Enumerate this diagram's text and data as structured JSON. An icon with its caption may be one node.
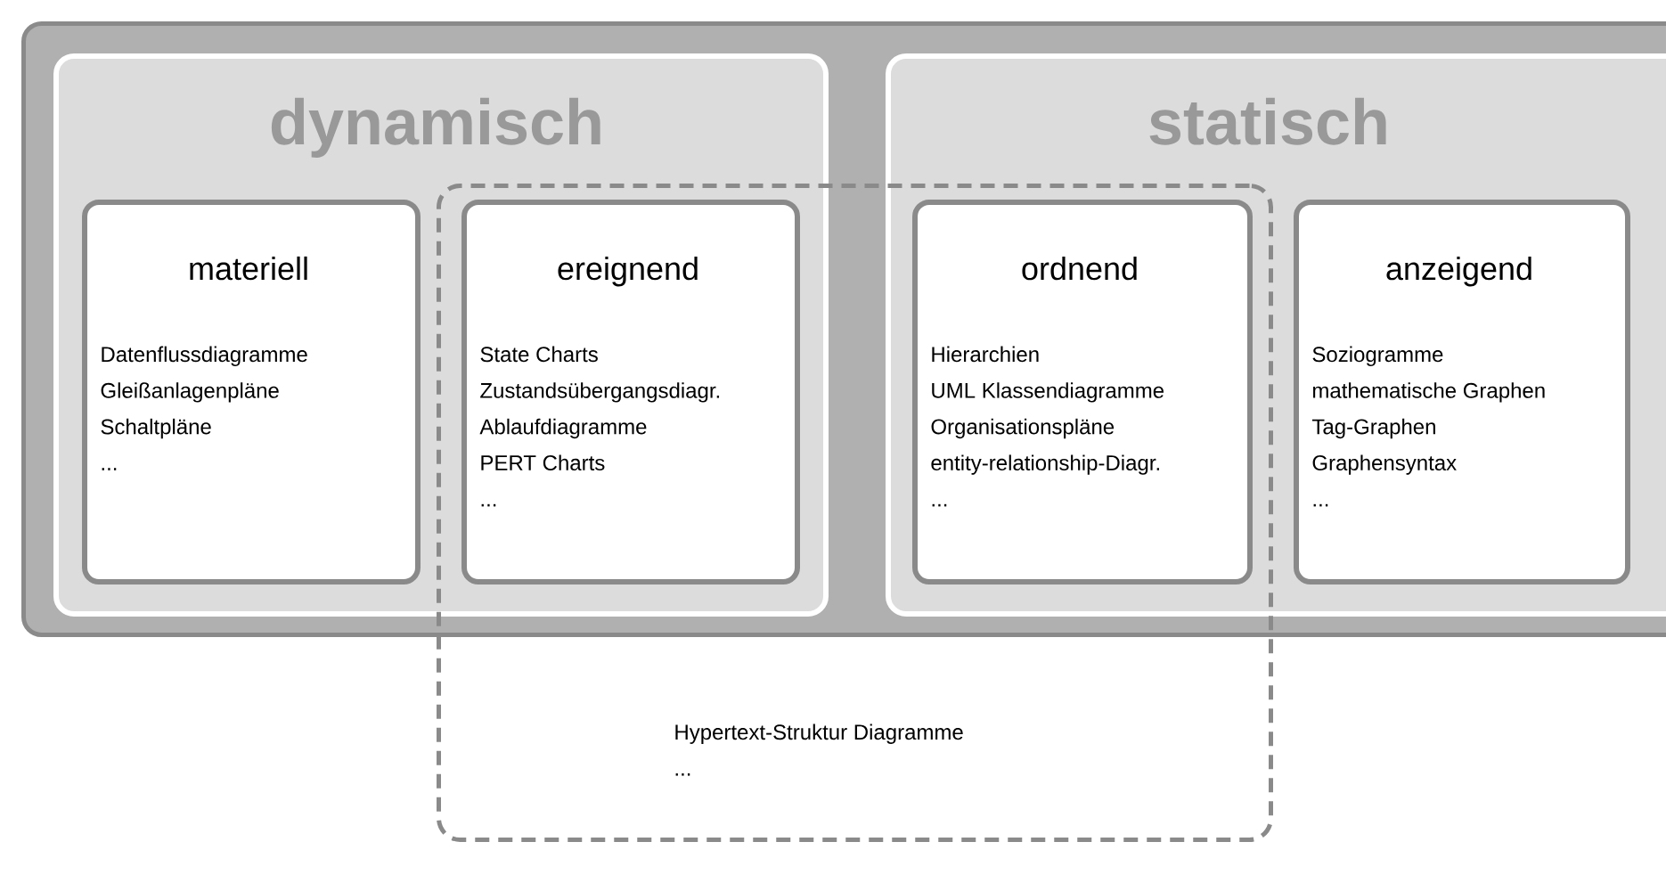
{
  "diagram": {
    "nodes": [
      {
        "text": [],
        "shape": "box"
      },
      {
        "text": [
          "dynamisch"
        ],
        "in": 0
      },
      {
        "text": [
          "materiell",
          "Datenflussdiagramme",
          "Gleißanlagenpläne",
          "Schaltpläne",
          "..."
        ],
        "in": 1
      },
      {
        "text": [
          "ereignend",
          "State Charts",
          "Zustandsübergangsdiagr.",
          "Ablaufdiagramme",
          "PERT Charts",
          "..."
        ]
      },
      {
        "text": [
          "statisch"
        ],
        "in": 0
      },
      {
        "text": [
          "ordnend",
          "Hierarchien",
          "UML Klassendiagramme",
          "Organisationspläne",
          "entity-relationship-Diagr.",
          "..."
        ]
      },
      {
        "text": [
          "anzeigend",
          "Soziogramme",
          "mathematische Graphen",
          "Tag-Graphen",
          "Graphensyntax",
          "..."
        ],
        "in": 4
      },
      {
        "text": [
          "Hypertext-Struktur Diagramme",
          "..."
        ]
      }
    ]
  }
}
